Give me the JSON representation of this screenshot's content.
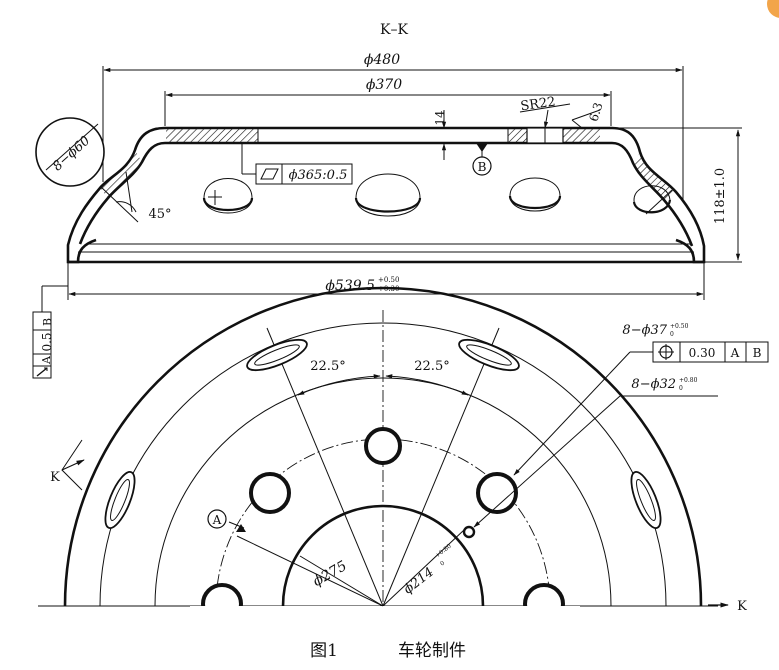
{
  "drawing": {
    "section_label": "K–K",
    "section_cut_top": "K",
    "section_cut_right": "K",
    "caption_fig": "图1",
    "caption_title": "车轮制件"
  },
  "dimensions": {
    "d480": "ϕ480",
    "d370": "ϕ370",
    "sr22": "SR22",
    "d6_3": "6.3",
    "d14": "14",
    "d_hole60": "8−ϕ60",
    "angle45": "45°",
    "flat": "ϕ365:0.5",
    "height": "118±1.0",
    "d539_main": "ϕ539.5",
    "d539_upper": "+0.50",
    "d539_lower": "+0.30",
    "runout_tol": "0.5",
    "runout_a": "A",
    "runout_b": "B",
    "angle_left": "22.5°",
    "angle_right": "22.5°",
    "hole37_main": "8−ϕ37",
    "hole37_tol": "+0.50",
    "hole37_tol_lower": "0",
    "pos_tol": "0.30",
    "pos_a": "A",
    "pos_b": "B",
    "hole32_main": "8−ϕ32",
    "hole32_tol": "+0.80",
    "hole32_tol_lower": "0",
    "d275": "ϕ275",
    "d214_main": "ϕ214",
    "d214_tol": "+0.80",
    "d214_tol_lower": "0",
    "datum_a": "A",
    "datum_b": "B"
  }
}
